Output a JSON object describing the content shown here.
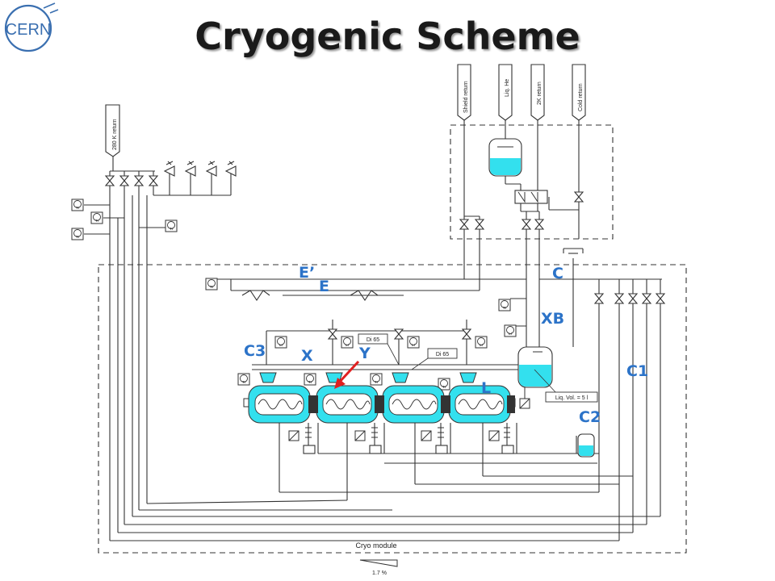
{
  "slide": {
    "title": "Cryogenic Scheme"
  },
  "logo": {
    "text": "CERN"
  },
  "diagram": {
    "ports": {
      "return_280k": "280 K return",
      "shield_return": "Shield return",
      "liq_he": "Liq. He",
      "return_2k": "2K return",
      "cold_return": "Cold return"
    },
    "di_labels": [
      "Di 65",
      "Di 65"
    ],
    "liquid_volume": "Liq. Vol. = 5 l",
    "module_label": "Cryo module",
    "slope_label": "1.7 %",
    "instrument_tags": {
      "ti": "TI",
      "li": "LI"
    },
    "annotations": {
      "E_prime": "E’",
      "E": "E",
      "C": "C",
      "XB": "XB",
      "C3": "C3",
      "X": "X",
      "Y": "Y",
      "C1": "C1",
      "L": "L",
      "C2": "C2"
    },
    "colors": {
      "annotation": "#2c73c8",
      "arrow": "#e02020",
      "liquid": "#33e0ee",
      "pipe": "#333333"
    }
  }
}
